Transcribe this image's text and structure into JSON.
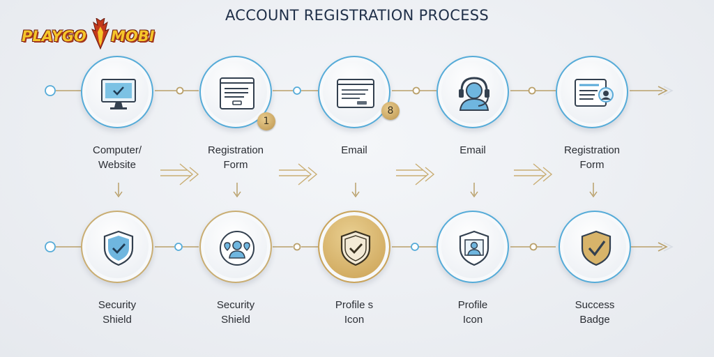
{
  "title": "ACCOUNT REGISTRATION PROCESS",
  "logo": {
    "left_text": "PLAYGO",
    "right_text": "MOBI"
  },
  "colors": {
    "connector": "#b9a06a",
    "blue_ring": "#55abd8",
    "gold_ring": "#c9ad72",
    "icon_blue": "#5aaad8",
    "icon_dark": "#33404f",
    "title": "#1f2f48"
  },
  "top_row": [
    {
      "icon": "computer-monitor-check-icon",
      "label_lines": [
        "Computer/",
        "Website"
      ]
    },
    {
      "icon": "registration-form-icon",
      "label_lines": [
        "Registration",
        "Form"
      ],
      "badge": "1"
    },
    {
      "icon": "email-form-icon",
      "label_lines": [
        "Email"
      ],
      "badge": "8"
    },
    {
      "icon": "user-headset-icon",
      "label_lines": [
        "Email"
      ]
    },
    {
      "icon": "registration-form-profile-icon",
      "label_lines": [
        "Registration",
        "Form"
      ]
    }
  ],
  "bottom_row": [
    {
      "icon": "shield-check-icon",
      "label_lines": [
        "Security",
        "Shield"
      ]
    },
    {
      "icon": "users-group-icon",
      "label_lines": [
        "Security",
        "Shield"
      ]
    },
    {
      "icon": "shield-check-gold-icon",
      "label_lines": [
        "Profile s",
        "Icon"
      ]
    },
    {
      "icon": "shield-profile-icon",
      "label_lines": [
        "Profile",
        "Icon"
      ]
    },
    {
      "icon": "success-badge-icon",
      "label_lines": [
        "Success",
        "Badge"
      ]
    }
  ]
}
